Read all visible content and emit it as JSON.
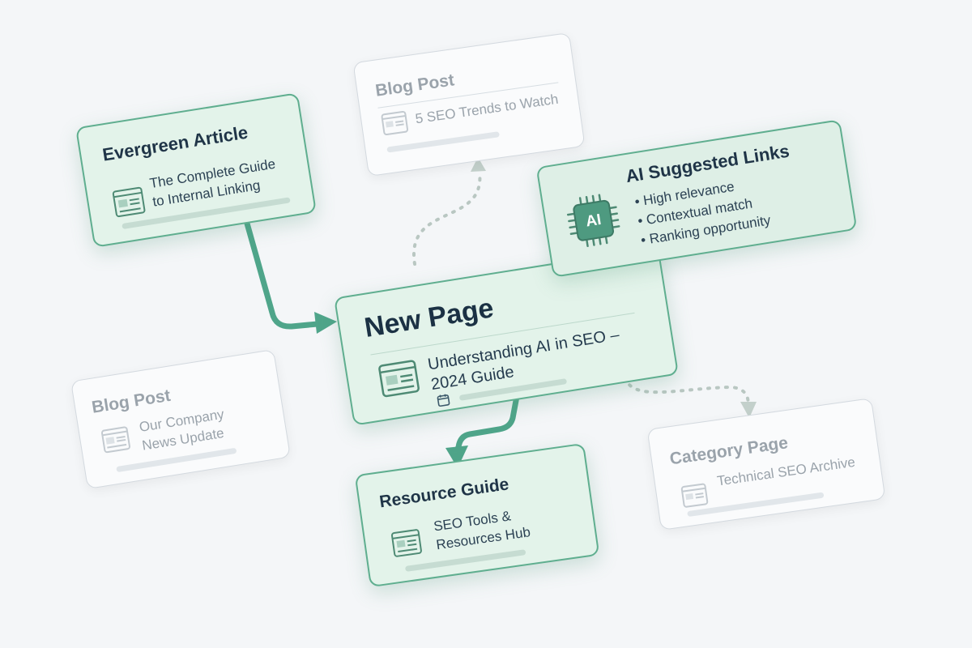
{
  "nodes": {
    "new_page": {
      "title": "New Page",
      "text": "Understanding AI in SEO – 2024 Guide"
    },
    "evergreen": {
      "title": "Evergreen Article",
      "text_line1": "The Complete Guide",
      "text_line2": "to Internal Linking"
    },
    "blog_top": {
      "title": "Blog Post",
      "text": "5 SEO Trends to Watch"
    },
    "ai_suggested": {
      "title": "AI Suggested Links",
      "chip_label": "AI",
      "items": [
        "High relevance",
        "Contextual match",
        "Ranking opportunity"
      ]
    },
    "blog_left": {
      "title": "Blog Post",
      "text_line1": "Our Company",
      "text_line2": "News Update"
    },
    "resource": {
      "title": "Resource Guide",
      "text_line1": "SEO Tools &",
      "text_line2": "Resources Hub"
    },
    "category": {
      "title": "Category Page",
      "text": "Technical SEO Archive"
    }
  },
  "colors": {
    "accent": "#4fa58a",
    "active_bg": "#e3f3ea",
    "active_border": "#5fae8f",
    "faded_bg": "#fafbfc",
    "dotted_line": "#b9c7c2",
    "title_dark": "#1f3447",
    "title_faded": "#9aa3ab"
  }
}
